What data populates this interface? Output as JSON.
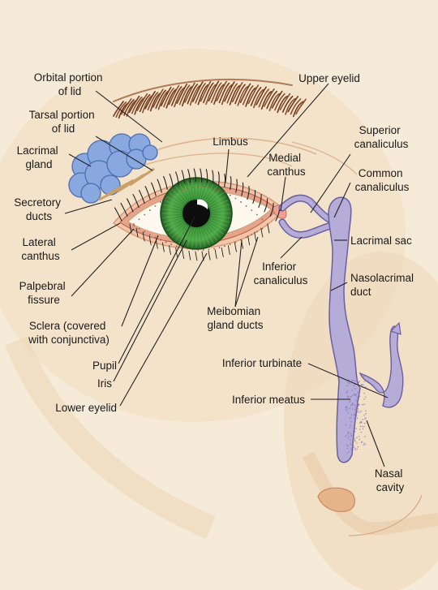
{
  "colors": {
    "background": "#f6ead8",
    "skin_shade": "#ecd3b2",
    "iris": "#3f9a3a",
    "iris_dark": "#1f5a22",
    "pupil": "#0d0d0d",
    "sclera": "#fdf9ee",
    "eyebrow": "#8a4d2b",
    "lacrimal_gland": "#8aa8e0",
    "duct": "#b6acd8",
    "duct_outline": "#6a5fa0",
    "lid_margin": "#e6a48a",
    "leader_line": "#222222"
  },
  "labels": {
    "orbital_portion": [
      "Orbital portion",
      "of lid"
    ],
    "tarsal_portion": [
      "Tarsal portion",
      "of lid"
    ],
    "lacrimal_gland": [
      "Lacrimal",
      "gland"
    ],
    "secretory_ducts": [
      "Secretory",
      "ducts"
    ],
    "lateral_canthus": [
      "Lateral",
      "canthus"
    ],
    "palpebral_fissure": [
      "Palpebral",
      "fissure"
    ],
    "sclera": [
      "Sclera (covered",
      "with conjunctiva)"
    ],
    "pupil": "Pupil",
    "iris": "Iris",
    "lower_eyelid": "Lower eyelid",
    "upper_eyelid": "Upper eyelid",
    "limbus": "Limbus",
    "medial_canthus": [
      "Medial",
      "canthus"
    ],
    "superior_canaliculus": [
      "Superior",
      "canaliculus"
    ],
    "common_canaliculus": [
      "Common",
      "canaliculus"
    ],
    "lacrimal_sac": "Lacrimal sac",
    "inferior_canaliculus": [
      "Inferior",
      "canaliculus"
    ],
    "nasolacrimal_duct": [
      "Nasolacrimal",
      "duct"
    ],
    "meibomian_gland_ducts": [
      "Meibomian",
      "gland ducts"
    ],
    "inferior_turbinate": "Inferior turbinate",
    "inferior_meatus": "Inferior meatus",
    "nasal_cavity": [
      "Nasal",
      "cavity"
    ]
  }
}
